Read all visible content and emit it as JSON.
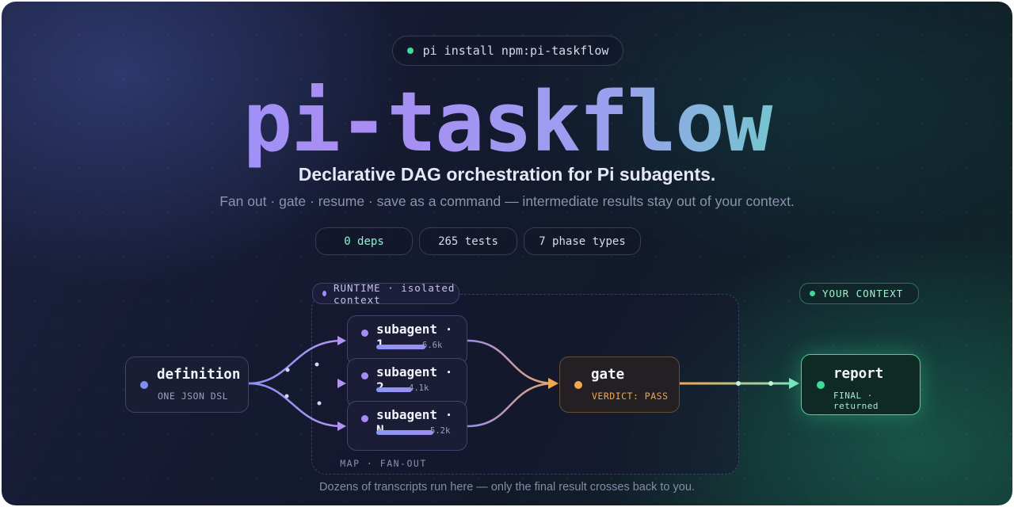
{
  "install": {
    "command": "pi install npm:pi-taskflow"
  },
  "hero": {
    "title": "pi-taskflow",
    "subtitle": "Declarative DAG orchestration for Pi subagents.",
    "tagline": "Fan out · gate · resume · save as a command — intermediate results stay out of your context."
  },
  "stats": [
    {
      "label": "0 deps"
    },
    {
      "label": "265 tests"
    },
    {
      "label": "7 phase types"
    }
  ],
  "diagram": {
    "runtime_tag": "RUNTIME · isolated context",
    "context_tag": "YOUR CONTEXT",
    "definition": {
      "label": "definition",
      "sub": "ONE JSON DSL"
    },
    "subagents": [
      {
        "label": "subagent · 1",
        "tokens": "6.6k",
        "fill": 0.62
      },
      {
        "label": "subagent · 2",
        "tokens": "4.1k",
        "fill": 0.45
      },
      {
        "label": "subagent · N",
        "tokens": "5.2k",
        "fill": 0.72
      }
    ],
    "map_caption": "MAP · FAN-OUT",
    "gate": {
      "label": "gate",
      "sub": "VERDICT: PASS"
    },
    "report": {
      "label": "report",
      "sub": "FINAL · returned"
    },
    "footnote": "Dozens of transcripts run here — only the final result crosses back to you."
  },
  "colors": {
    "accent_green": "#3ddc97",
    "accent_purple": "#a68cf6",
    "accent_blue": "#7b8ff5",
    "accent_amber": "#f0a850"
  }
}
